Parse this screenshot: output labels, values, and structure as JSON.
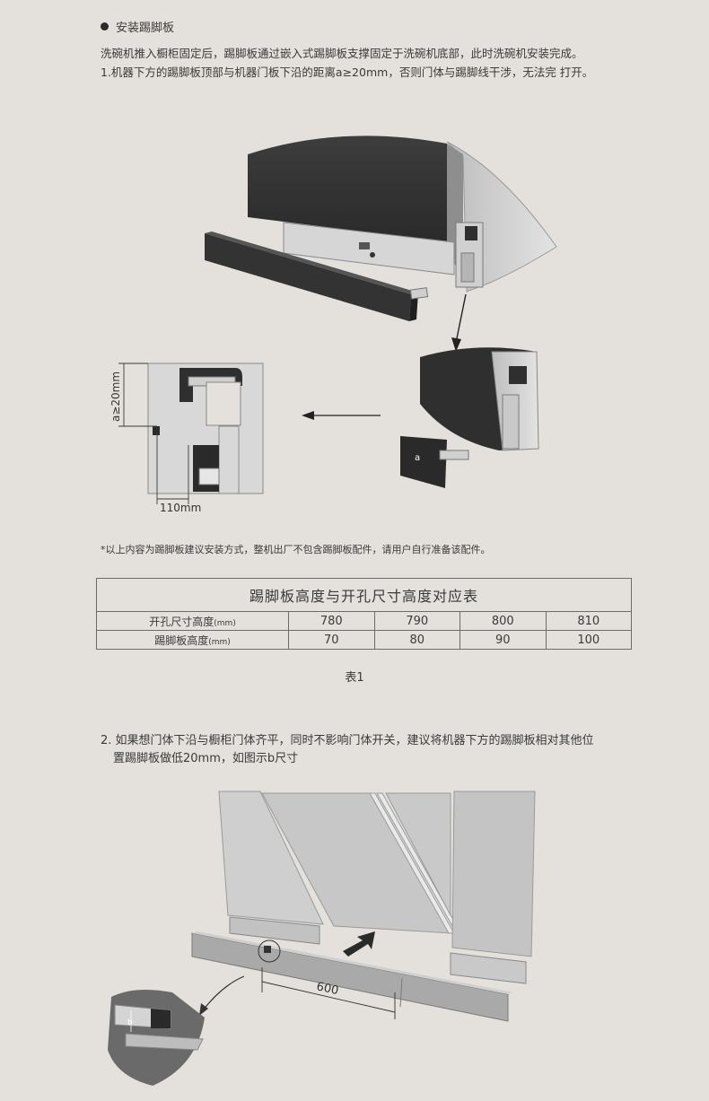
{
  "section1": {
    "heading": "安装踢脚板",
    "line1": "洗碗机推入橱柜固定后，踢脚板通过嵌入式踢脚板支撑固定于洗碗机底部，此时洗碗机安装完成。",
    "line2": "1.机器下方的踢脚板顶部与机器门板下沿的距离a≥20mm，否则门体与踢脚线干涉，无法完 打开。"
  },
  "figure1": {
    "dim_vertical": "a≥20mm",
    "dim_horizontal": "110mm",
    "detail_label": "a"
  },
  "note": "*以上内容为踢脚板建议安装方式，整机出厂不包含踢脚板配件，请用户自行准备该配件。",
  "table": {
    "title": "踢脚板高度与开孔尺寸高度对应表",
    "rows": [
      {
        "label": "开孔尺寸高度",
        "unit": "(mm)",
        "values": [
          "780",
          "790",
          "800",
          "810"
        ]
      },
      {
        "label": "踢脚板高度",
        "unit": "(mm)",
        "values": [
          "70",
          "80",
          "90",
          "100"
        ]
      }
    ],
    "caption": "表1"
  },
  "section2": {
    "line1": "2. 如果想门体下沿与橱柜门体齐平，同时不影响门体开关，建议将机器下方的踢脚板相对其他位",
    "line2": "置踢脚板做低20mm，如图示b尺寸"
  },
  "figure2": {
    "dim_label": "600",
    "detail_label": "b"
  }
}
